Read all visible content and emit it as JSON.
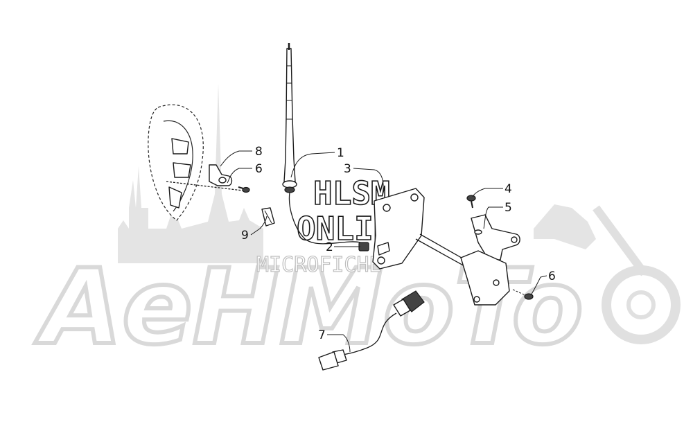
{
  "diagram": {
    "callouts": [
      {
        "id": "c1",
        "label": "1"
      },
      {
        "id": "c2",
        "label": "2"
      },
      {
        "id": "c3",
        "label": "3"
      },
      {
        "id": "c4",
        "label": "4"
      },
      {
        "id": "c5",
        "label": "5"
      },
      {
        "id": "c6a",
        "label": "6"
      },
      {
        "id": "c6b",
        "label": "6"
      },
      {
        "id": "c7",
        "label": "7"
      },
      {
        "id": "c8",
        "label": "8"
      },
      {
        "id": "c9",
        "label": "9"
      }
    ]
  },
  "watermarks": {
    "line1": "HLSM",
    "line2": "ONLINE",
    "line3": "MICROFICHE",
    "brand": "AeHMoTo"
  }
}
